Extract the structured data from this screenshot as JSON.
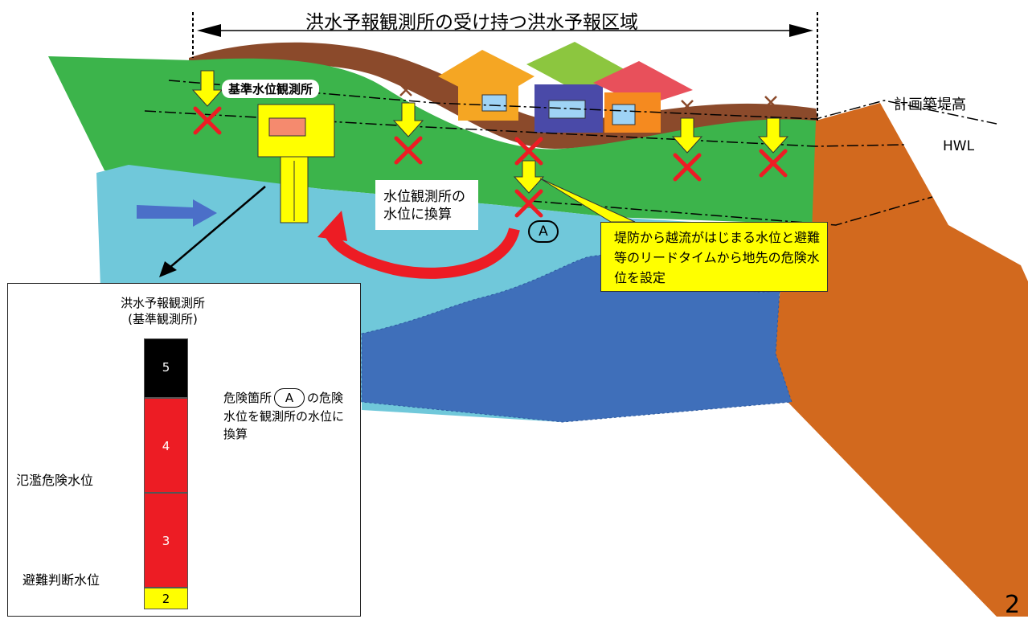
{
  "title": "洪水予報観測所の受け持つ洪水予報区域",
  "labels": {
    "reference_station": "基準水位観測所",
    "planned_levee_height": "計画築堤高",
    "hwl": "HWL",
    "convert_to_station": "水位観測所の水位に換算",
    "point_a": "A",
    "callout": "堤防から越流がはじまる水位と避難等のリードタイムから地先の危険水位を設定"
  },
  "inset": {
    "station_name": "洪水予報観測所\n(基準観測所)",
    "levels": [
      "5",
      "4",
      "3",
      "2"
    ],
    "flood_danger_level": "氾濫危険水位",
    "evacuation_judgment_level": "避難判断水位",
    "bubble_prefix": "危険箇所",
    "bubble_a": "A",
    "bubble_suffix": "の危険水位を観測所の水位に換算"
  },
  "page_number": "2",
  "colors": {
    "embankment_green": "#3cb44b",
    "river_light": "#70c8da",
    "river_dark": "#3f6fba",
    "levee_brown": "#d2691e",
    "danger_red": "#ed1c24",
    "marker_yellow": "#ffff00",
    "level5_black": "#000000"
  }
}
